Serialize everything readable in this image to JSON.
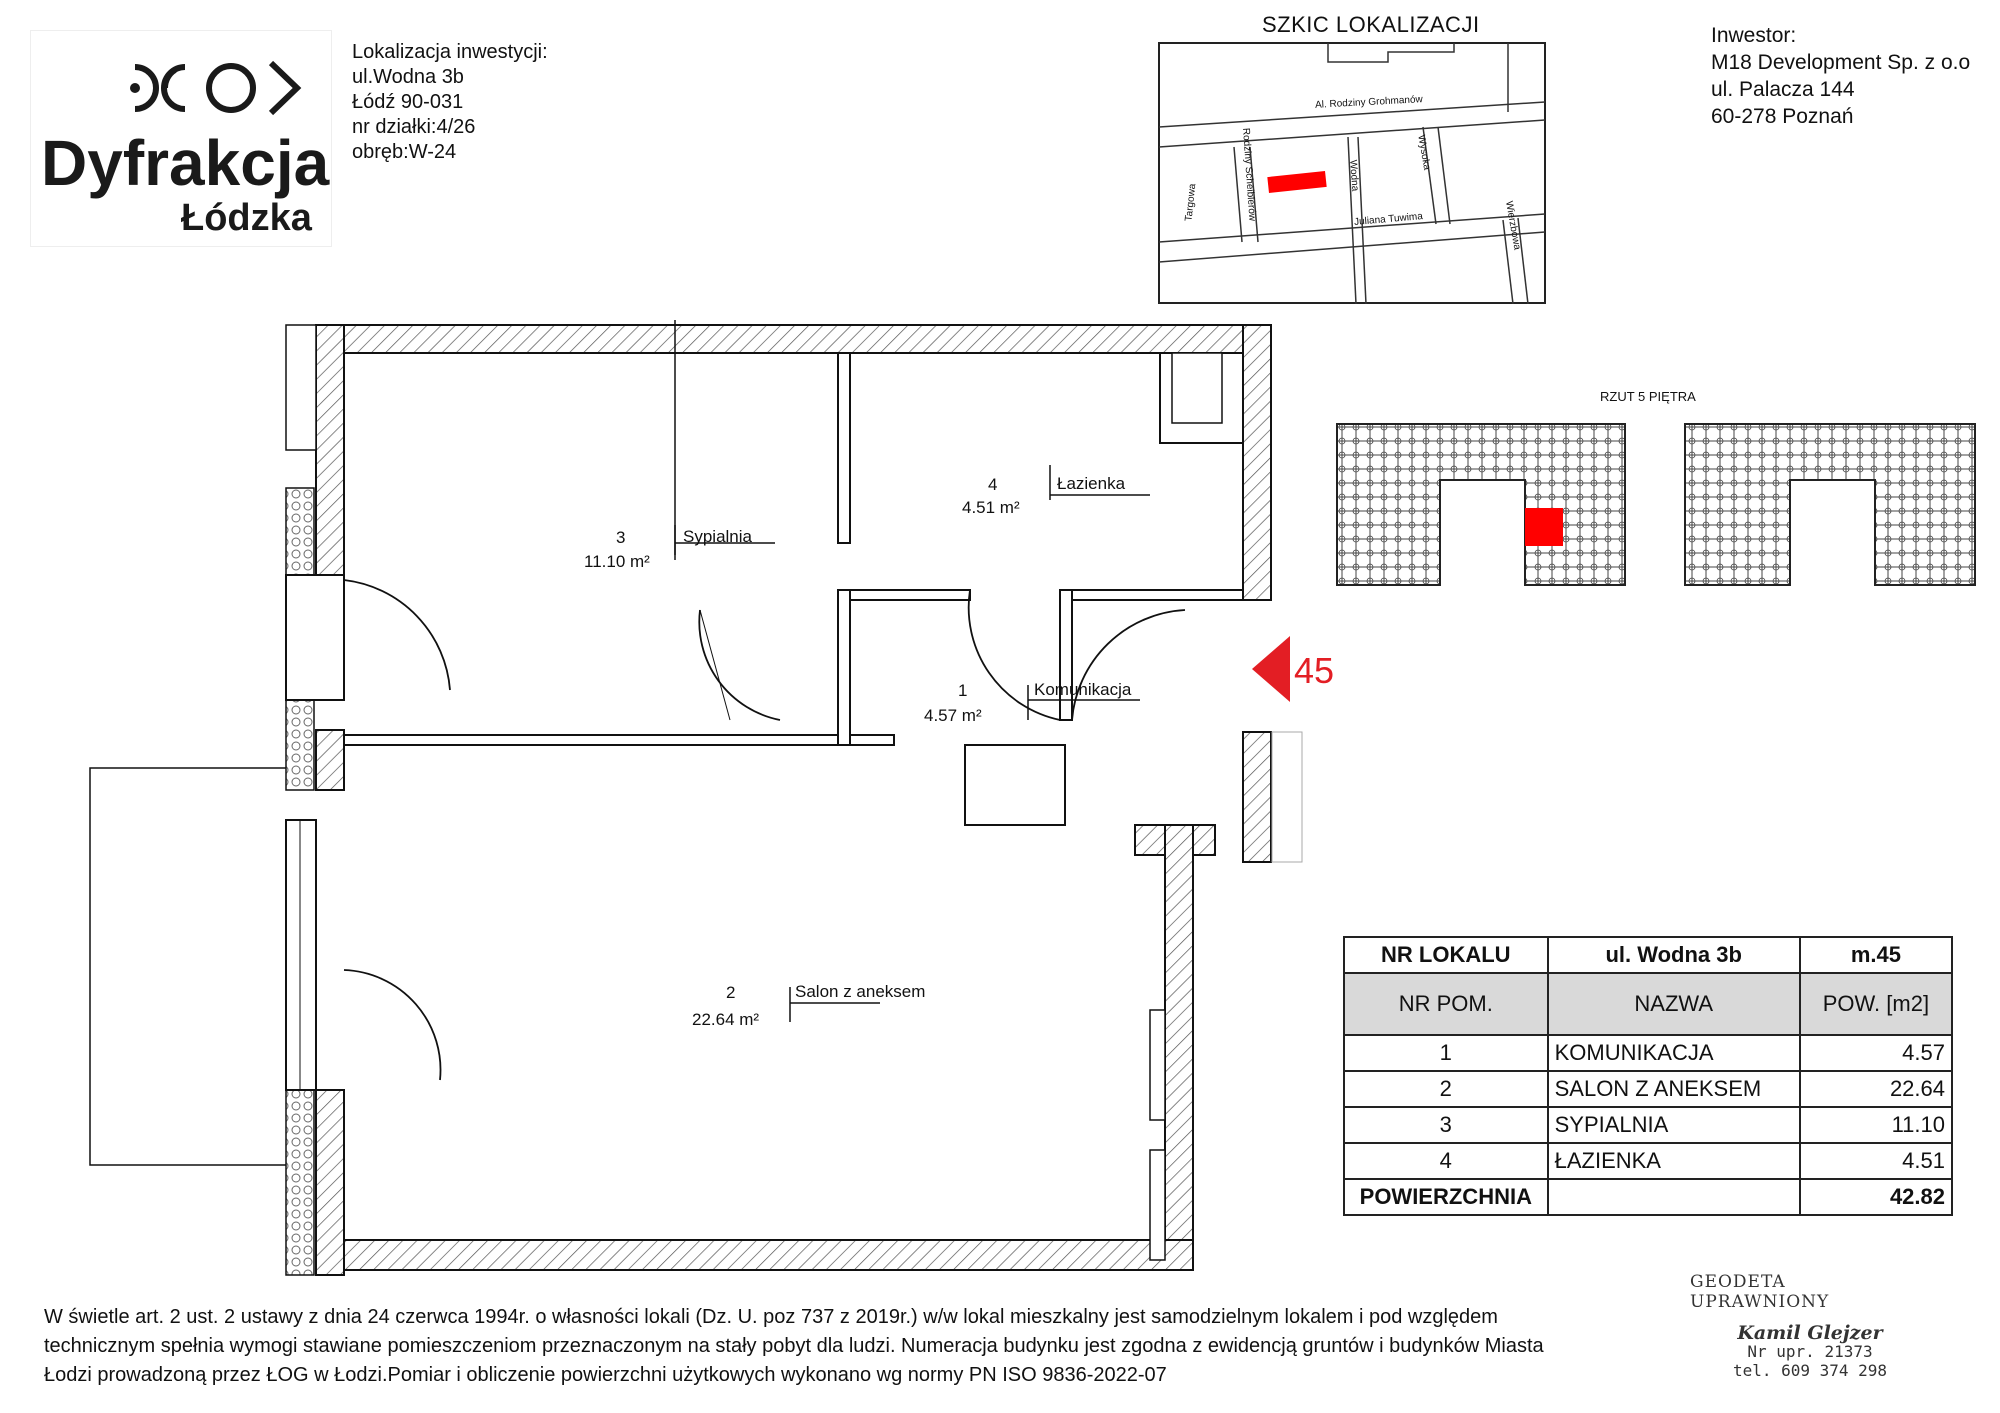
{
  "logo": {
    "word": "Dyfrakcja",
    "sub": "Łódzka"
  },
  "location": {
    "heading": "Lokalizacja inwestycji:",
    "street": "ul.Wodna 3b",
    "city": "Łódź 90-031",
    "plot": "nr działki:4/26",
    "precinct": "obręb:W-24"
  },
  "map": {
    "title": "SZKIC LOKALIZACJI",
    "streets": [
      "Al. Rodziny Grohmanów",
      "Rodziny Scheiblerów",
      "Wodna",
      "Wysoka",
      "Targowa",
      "Juliana Tuwima",
      "Wierzbowa"
    ],
    "highlight_color": "#ff0000"
  },
  "investor": {
    "heading": "Inwestor:",
    "company": "M18 Development Sp. z o.o",
    "street": "ul. Palacza 144",
    "city": "60-278 Poznań"
  },
  "floor": {
    "title": "RZUT 5 PIĘTRA",
    "marker_color": "#ff0000"
  },
  "unit_marker": {
    "label": "45",
    "color": "#e31e24"
  },
  "rooms": [
    {
      "number": "3",
      "name": "Sypialnia",
      "area": "11.10 m²"
    },
    {
      "number": "4",
      "name": "Łazienka",
      "area": "4.51 m²"
    },
    {
      "number": "1",
      "name": "Komunikacja",
      "area": "4.57 m²"
    },
    {
      "number": "2",
      "name": "Salon z aneksem",
      "area": "22.64 m²"
    }
  ],
  "summary": {
    "header": [
      "NR LOKALU",
      "ul. Wodna 3b",
      "m.45"
    ],
    "columns": [
      "NR  POM.",
      "NAZWA",
      "POW. [m2]"
    ],
    "rows": [
      [
        "1",
        "KOMUNIKACJA",
        "4.57"
      ],
      [
        "2",
        "SALON Z ANEKSEM",
        "22.64"
      ],
      [
        "3",
        "SYPIALNIA",
        "11.10"
      ],
      [
        "4",
        "ŁAZIENKA",
        "4.51"
      ]
    ],
    "total_label": "POWIERZCHNIA",
    "total_value": "42.82"
  },
  "legal": {
    "line1": "W świetle art. 2 ust. 2 ustawy z dnia 24 czerwca 1994r. o własności lokali (Dz. U. poz 737 z 2019r.) w/w lokal mieszkalny  jest samodzielnym lokalem i pod względem",
    "line2": "technicznym spełnia wymogi stawiane pomieszczeniom przeznaczonym na  stały pobyt  dla ludzi.  Numeracja budynku jest zgodna z ewidencją gruntów i budynków Miasta",
    "line3": "Łodzi prowadzoną przez ŁOG w Łodzi.Pomiar i obliczenie powierzchni użytkowych wykonano wg normy PN ISO 9836-2022-07"
  },
  "stamp": {
    "title": "GEODETA UPRAWNIONY",
    "name": "Kamil Glejzer",
    "license": "Nr upr. 21373",
    "phone": "tel. 609 374 298"
  }
}
